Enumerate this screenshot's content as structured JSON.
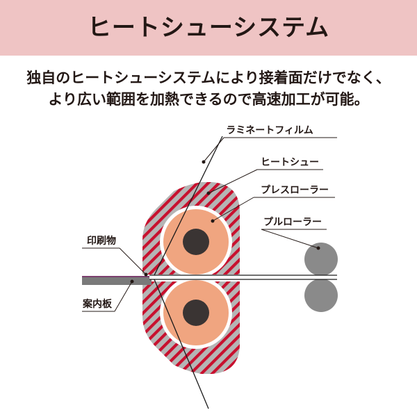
{
  "header": {
    "title": "ヒートシューシステム"
  },
  "description": {
    "line1": "独自のヒートシューシステムにより接着面だけでなく、",
    "line2": "より広い範囲を加熱できるので高速加工が可能。"
  },
  "labels": {
    "laminate_film": "ラミネートフィルム",
    "heat_shoe": "ヒートシュー",
    "press_roller": "プレスローラー",
    "pull_roller": "プルローラー",
    "printed_matter": "印刷物",
    "guide_plate": "案内板"
  },
  "colors": {
    "banner": "#efc4c4",
    "text": "#231815",
    "hatch_red": "#c8102e",
    "hatch_gray": "#b5b5b5",
    "roller": "#f0a580",
    "core": "#3a3433",
    "pull_roller": "#8a8a8a",
    "plate": "#7a7a7a",
    "print_line": "#7b3f6e"
  }
}
